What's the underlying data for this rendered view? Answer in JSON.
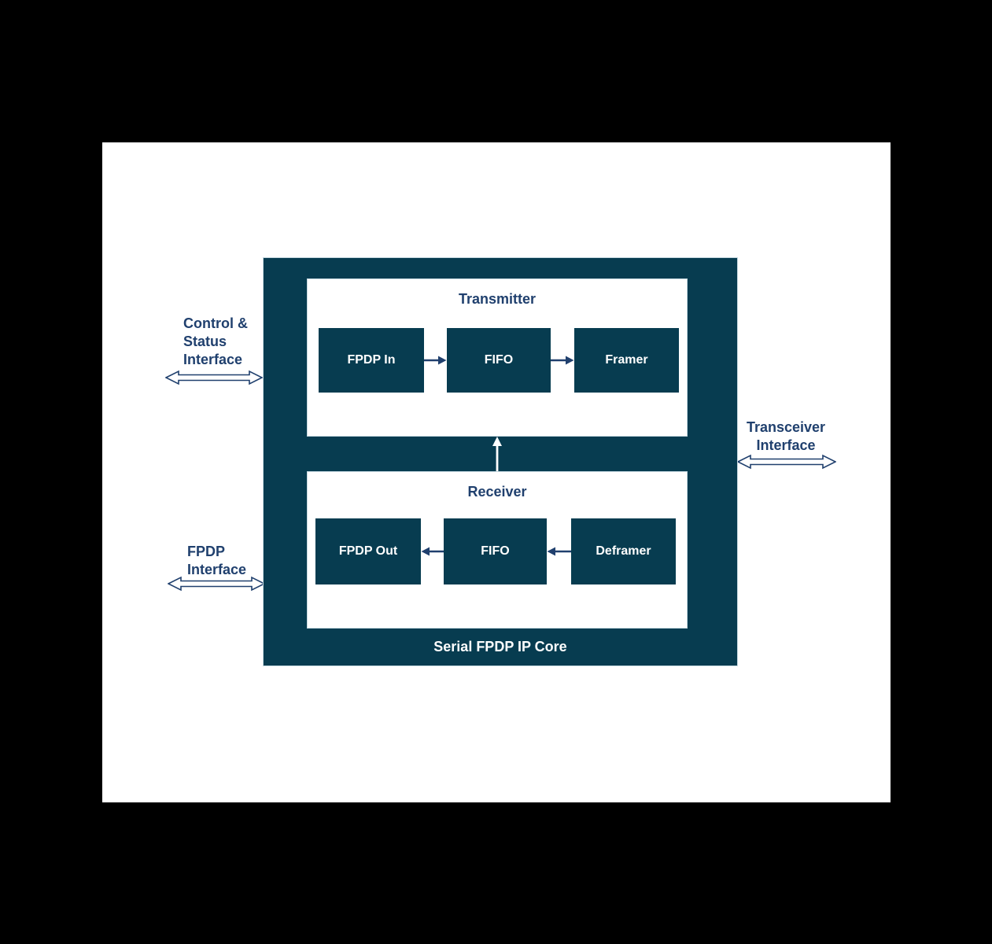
{
  "diagram": {
    "core_title": "Serial FPDP IP Core",
    "transmitter": {
      "title": "Transmitter",
      "blocks": [
        {
          "label": "FPDP In"
        },
        {
          "label": "FIFO"
        },
        {
          "label": "Framer"
        }
      ]
    },
    "receiver": {
      "title": "Receiver",
      "blocks": [
        {
          "label": "FPDP Out"
        },
        {
          "label": "FIFO"
        },
        {
          "label": "Deframer"
        }
      ]
    },
    "interfaces": {
      "control_status": {
        "lines": [
          "Control &",
          "Status",
          "Interface"
        ]
      },
      "fpdp": {
        "lines": [
          "FPDP",
          "Interface"
        ]
      },
      "transceiver": {
        "lines": [
          "Transceiver",
          "Interface"
        ]
      }
    },
    "icons": {
      "bidirectional_arrow": "bidirectional-arrow-icon",
      "right_arrow": "right-arrow-icon",
      "left_arrow": "left-arrow-icon",
      "up_arrow": "up-arrow-icon"
    },
    "colors": {
      "page_bg": "#000000",
      "slide_bg": "#FFFFFF",
      "core_fill": "#073C50",
      "panel_fill": "#FFFFFF",
      "block_fill": "#073C50",
      "block_text": "#FFFFFF",
      "label_text": "#20406E",
      "arrow_stroke": "#20406E",
      "up_arrow_fill": "#FFFFFF",
      "shape_outline": "#C5D8E0"
    }
  }
}
